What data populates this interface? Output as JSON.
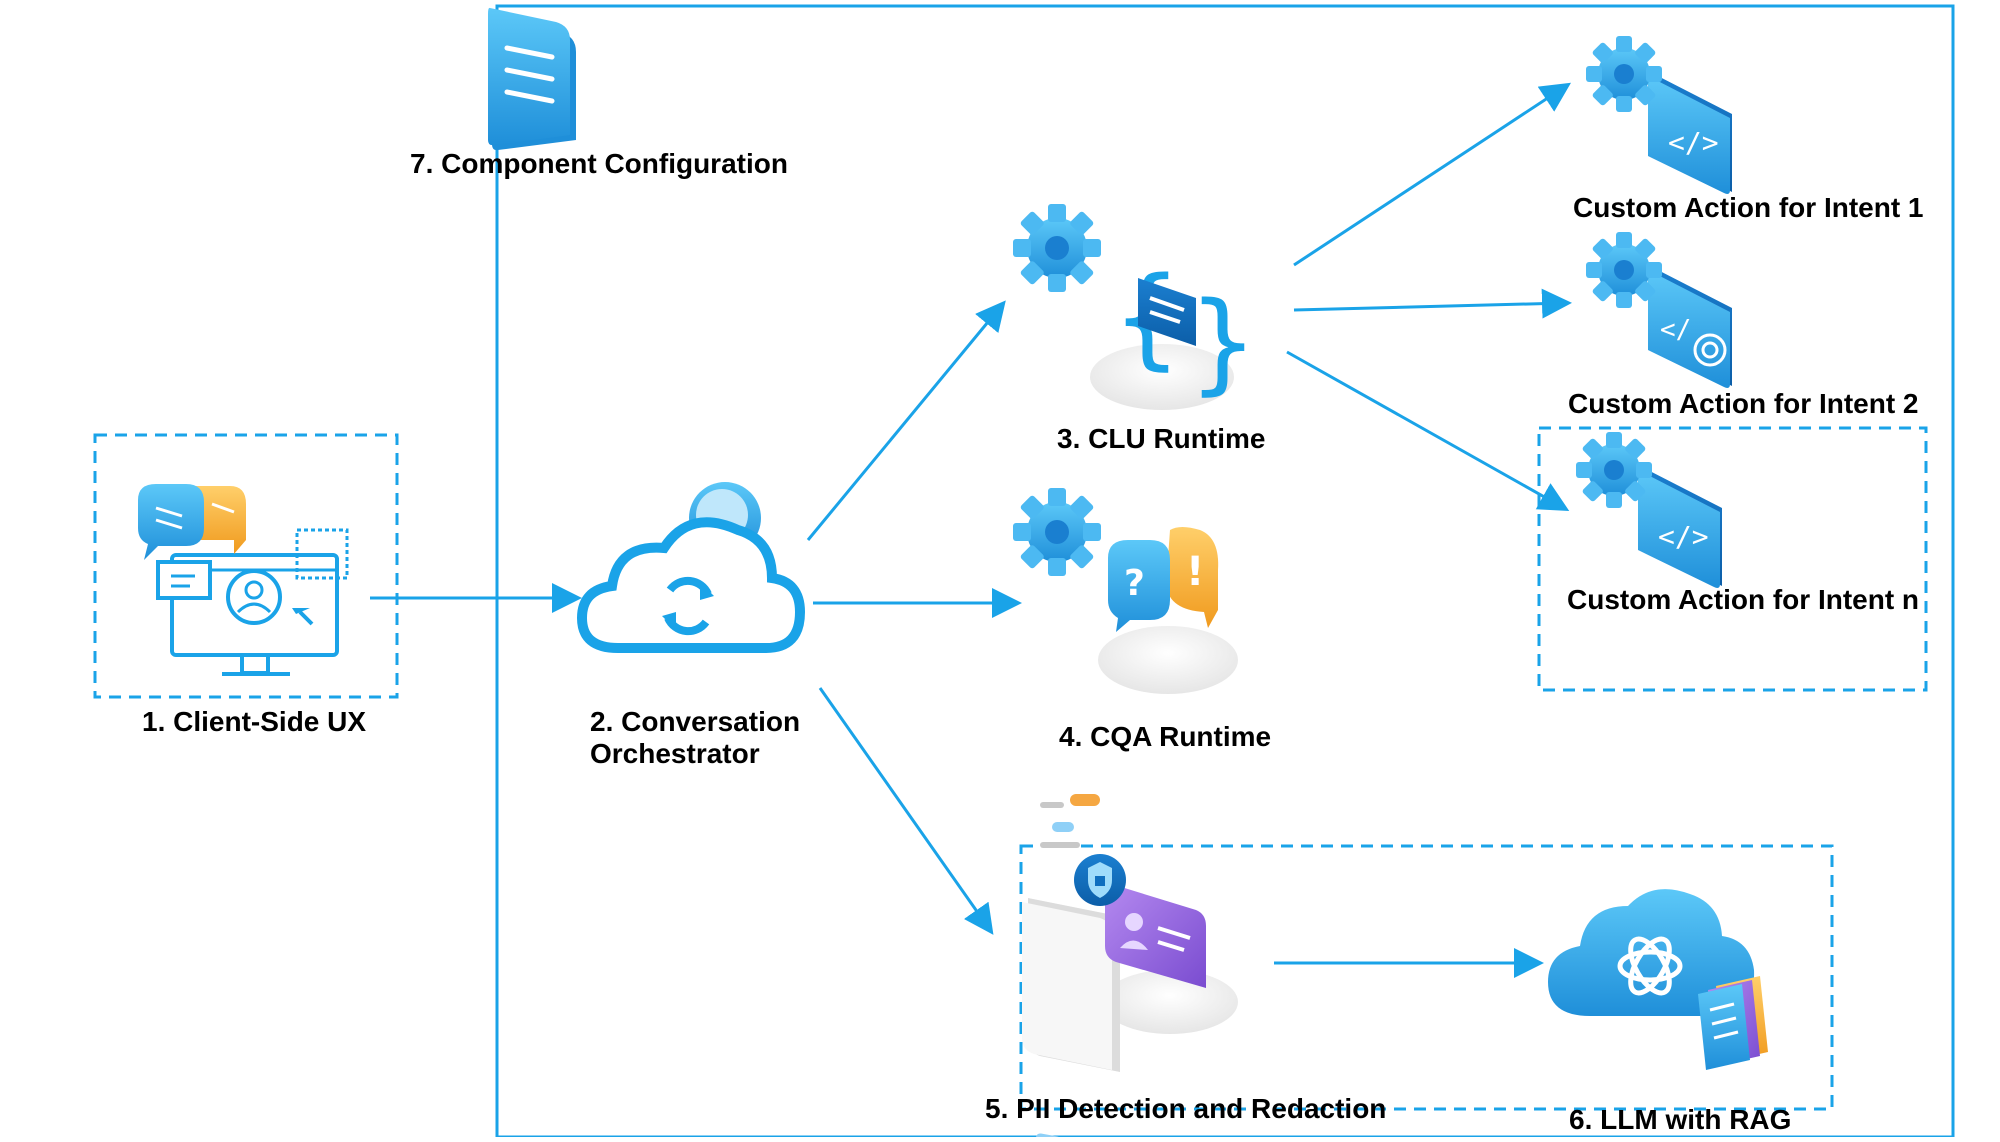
{
  "labels": {
    "client_ux": "1. Client-Side UX",
    "orchestrator": "2. Conversation Orchestrator",
    "clu_runtime": "3. CLU Runtime",
    "cqa_runtime": "4. CQA Runtime",
    "pii": "5. PII Detection and Redaction",
    "llm_rag": "6. LLM with RAG",
    "component_config": "7. Component Configuration",
    "custom_action_1": "Custom Action for Intent 1",
    "custom_action_2": "Custom Action for Intent 2",
    "custom_action_n": "Custom Action for Intent n"
  },
  "icons": {
    "client_ux": "monitor-chat-icon",
    "orchestrator": "cloud-sync-icon",
    "clu_runtime": "gear-code-bubble-icon",
    "cqa_runtime": "gear-question-bubble-icon",
    "pii": "document-shield-icon",
    "llm_rag": "cloud-openai-icon",
    "component_config": "document-icon",
    "custom_action": "gear-code-window-icon"
  },
  "colors": {
    "arrow": "#1aa3e8",
    "frame": "#1aa3e8",
    "icon_blue": "#2ea8ec",
    "icon_dark": "#0f6fbf",
    "icon_orange": "#f3a531",
    "icon_purple": "#8b5fd6"
  }
}
